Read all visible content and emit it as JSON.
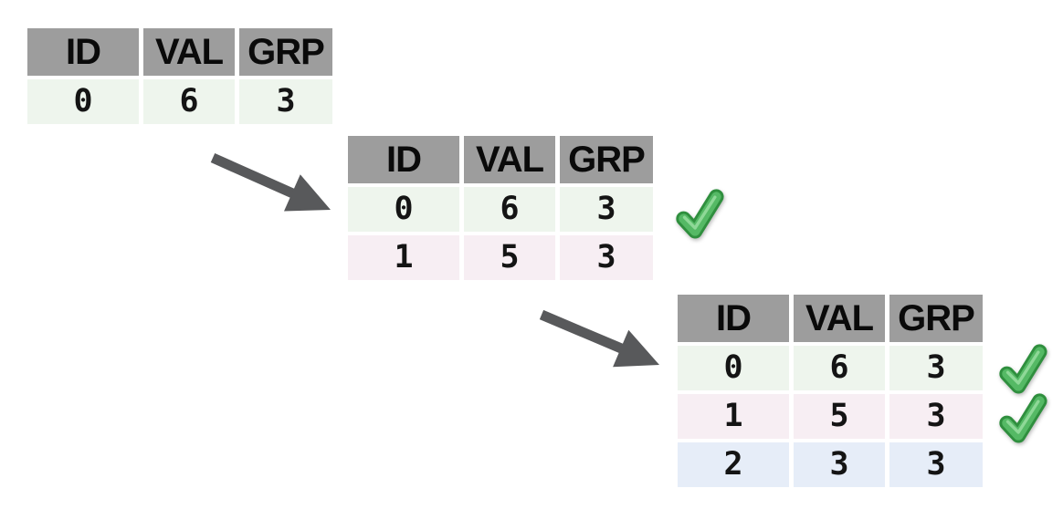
{
  "diagram": {
    "description_colors": {
      "header_bg": "#9d9d9d",
      "row_green": "#eef5ed",
      "row_pink": "#f7eef3",
      "row_blue": "#e6edf8",
      "arrow_gray": "#58595b",
      "check_green_fill": "#55b965",
      "check_green_outline": "#2f8f3e",
      "check_green_highlight": "#8ed897",
      "text_black": "#141414",
      "background": "#ffffff"
    },
    "icons": {
      "check": "green-checkmark-icon",
      "arrow": "diagonal-arrow-icon"
    },
    "columns": [
      "ID",
      "VAL",
      "GRP"
    ],
    "tables": [
      {
        "name": "step-1",
        "rows": [
          {
            "cells": [
              "0",
              "6",
              "3"
            ],
            "tone": "green",
            "checked": false
          }
        ]
      },
      {
        "name": "step-2",
        "rows": [
          {
            "cells": [
              "0",
              "6",
              "3"
            ],
            "tone": "green",
            "checked": true
          },
          {
            "cells": [
              "1",
              "5",
              "3"
            ],
            "tone": "pink",
            "checked": false
          }
        ]
      },
      {
        "name": "step-3",
        "rows": [
          {
            "cells": [
              "0",
              "6",
              "3"
            ],
            "tone": "green",
            "checked": true
          },
          {
            "cells": [
              "1",
              "5",
              "3"
            ],
            "tone": "pink",
            "checked": true
          },
          {
            "cells": [
              "2",
              "3",
              "3"
            ],
            "tone": "blue",
            "checked": false
          }
        ]
      }
    ]
  },
  "columns": [
    "ID",
    "VAL",
    "GRP"
  ],
  "tables": [
    {
      "rows": [
        {
          "cells": [
            "0",
            "6",
            "3"
          ]
        }
      ]
    },
    {
      "rows": [
        {
          "cells": [
            "0",
            "6",
            "3"
          ]
        },
        {
          "cells": [
            "1",
            "5",
            "3"
          ]
        }
      ]
    },
    {
      "rows": [
        {
          "cells": [
            "0",
            "6",
            "3"
          ]
        },
        {
          "cells": [
            "1",
            "5",
            "3"
          ]
        },
        {
          "cells": [
            "2",
            "3",
            "3"
          ]
        }
      ]
    }
  ]
}
